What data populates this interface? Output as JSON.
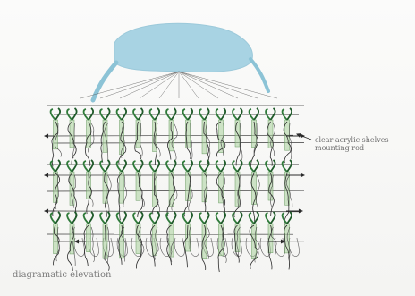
{
  "annotation": {
    "line1": "clear acrylic shelves",
    "line2": "mounting rod"
  },
  "caption": "diagramatic elevation",
  "colors": {
    "water": "#a8d3e3",
    "ink": "#2b2b2b",
    "plant": "#2f7a3a",
    "tube": "#8fbf8a"
  },
  "icons": [
    "reservoir-shape",
    "arrow-left",
    "arrow-right"
  ]
}
